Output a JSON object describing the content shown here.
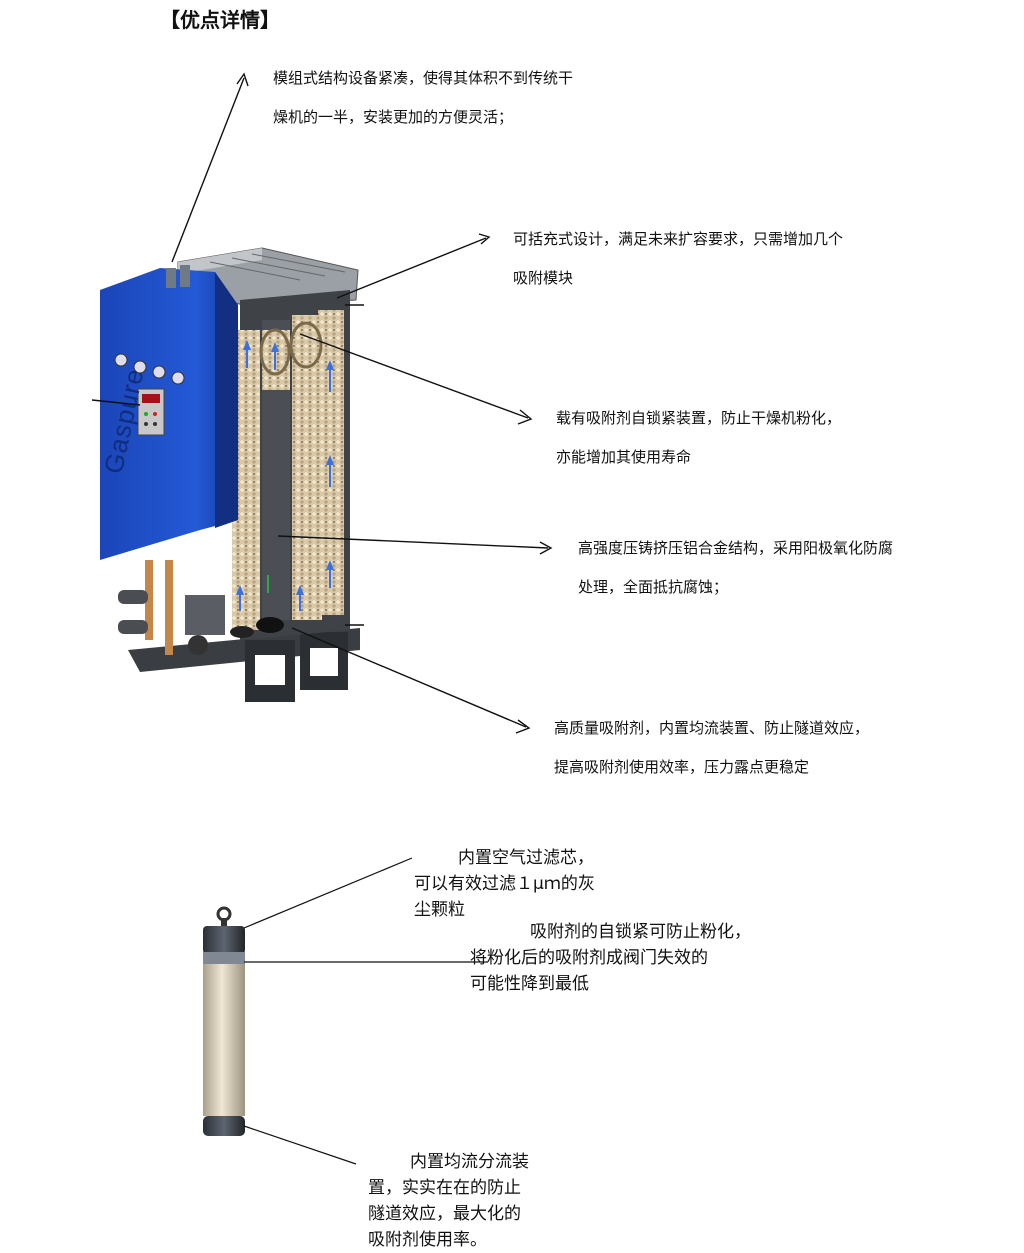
{
  "title": "【优点详情】",
  "callouts": [
    {
      "line1": "模组式结构设备紧凑，使得其体积不到传统干",
      "line2": "燥机的一半，安装更加的方便灵活；"
    },
    {
      "line1": "可括充式设计，满足未来扩容要求，只需增加几个",
      "line2": "吸附模块"
    },
    {
      "line1": "载有吸附剂自锁紧装置，防止干燥机粉化，",
      "line2": "亦能增加其使用寿命"
    },
    {
      "line1": "高强度压铸挤压铝合金结构，采用阳极氧化防腐",
      "line2": "处理，全面抵抗腐蚀；"
    },
    {
      "line1": "高质量吸附剂，内置均流装置、防止隧道效应，",
      "line2": "提高吸附剂使用效率，压力露点更稳定"
    }
  ],
  "product_brand": "Gaspure",
  "cartridge_notes": [
    {
      "lines": [
        "内置空气过滤芯，",
        "可以有效过滤１μｍ的灰",
        "尘颗粒"
      ]
    },
    {
      "lines": [
        "吸附剂的自锁紧可防止粉化，",
        "将粉化后的吸附剂成阀门失效的",
        "可能性降到最低"
      ]
    },
    {
      "lines": [
        "内置均流分流装",
        "置，实实在在的防止",
        "隧道效应，最大化的",
        "吸附剂使用率。"
      ]
    }
  ]
}
